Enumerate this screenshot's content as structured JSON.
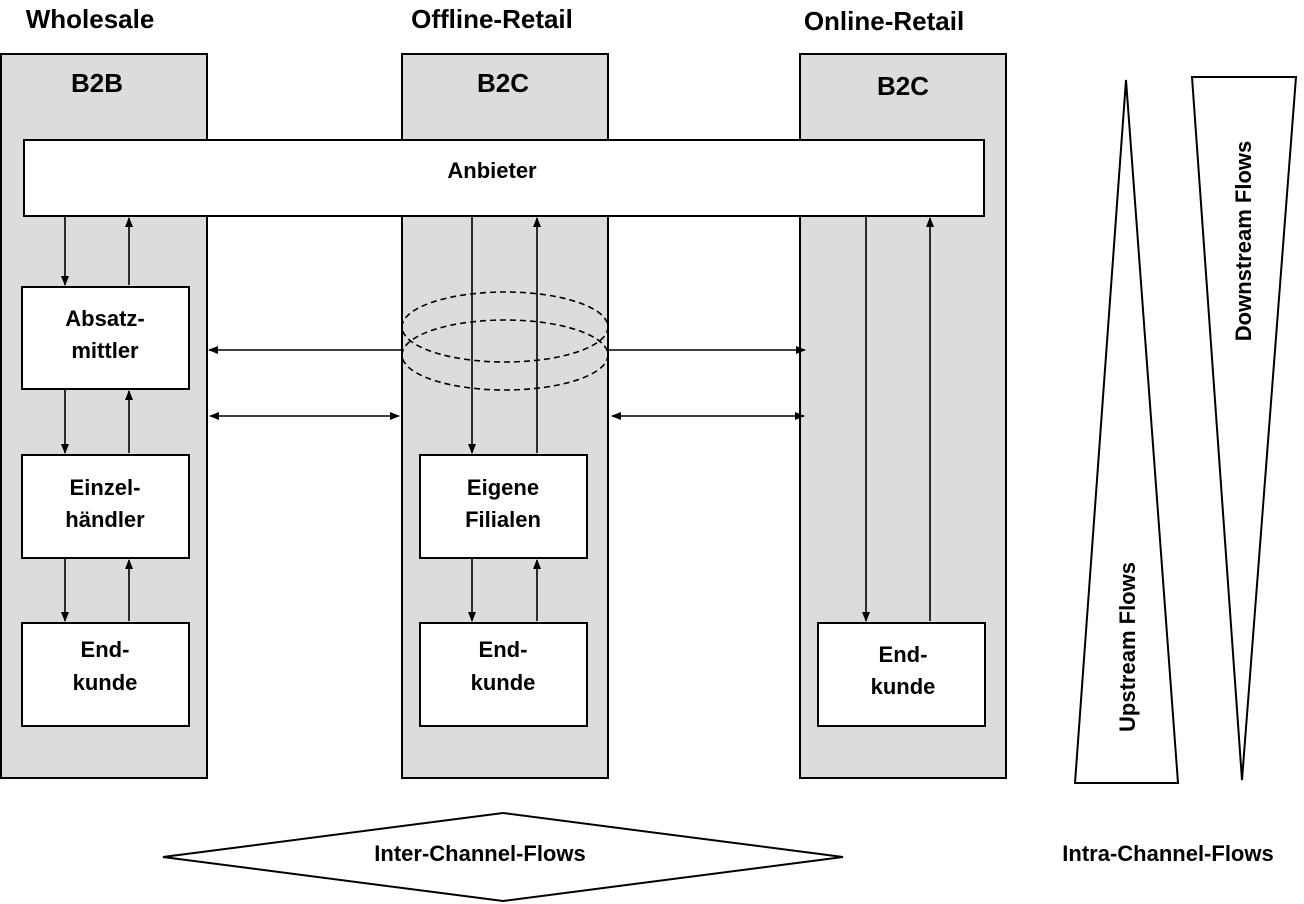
{
  "channels": [
    {
      "header": "Wholesale",
      "type": "B2B",
      "nodes": [
        [
          "Absatz-",
          "mittler"
        ],
        [
          "Einzel-",
          "händler"
        ],
        [
          "End-",
          "kunde"
        ]
      ]
    },
    {
      "header": "Offline-Retail",
      "type": "B2C",
      "nodes": [
        [
          "Eigene",
          "Filialen"
        ],
        [
          "End-",
          "kunde"
        ]
      ]
    },
    {
      "header": "Online-Retail",
      "type": "B2C",
      "nodes": [
        [
          "End-",
          "kunde"
        ]
      ]
    }
  ],
  "supplier": "Anbieter",
  "upstream_label": "Upstream Flows",
  "downstream_label": "Downstream Flows",
  "inter_channel_label": "Inter-Channel-Flows",
  "intra_channel_label": "Intra-Channel-Flows",
  "colors": {
    "column_fill": "#dcdcdc",
    "stroke": "#000000",
    "box_fill": "#ffffff"
  }
}
